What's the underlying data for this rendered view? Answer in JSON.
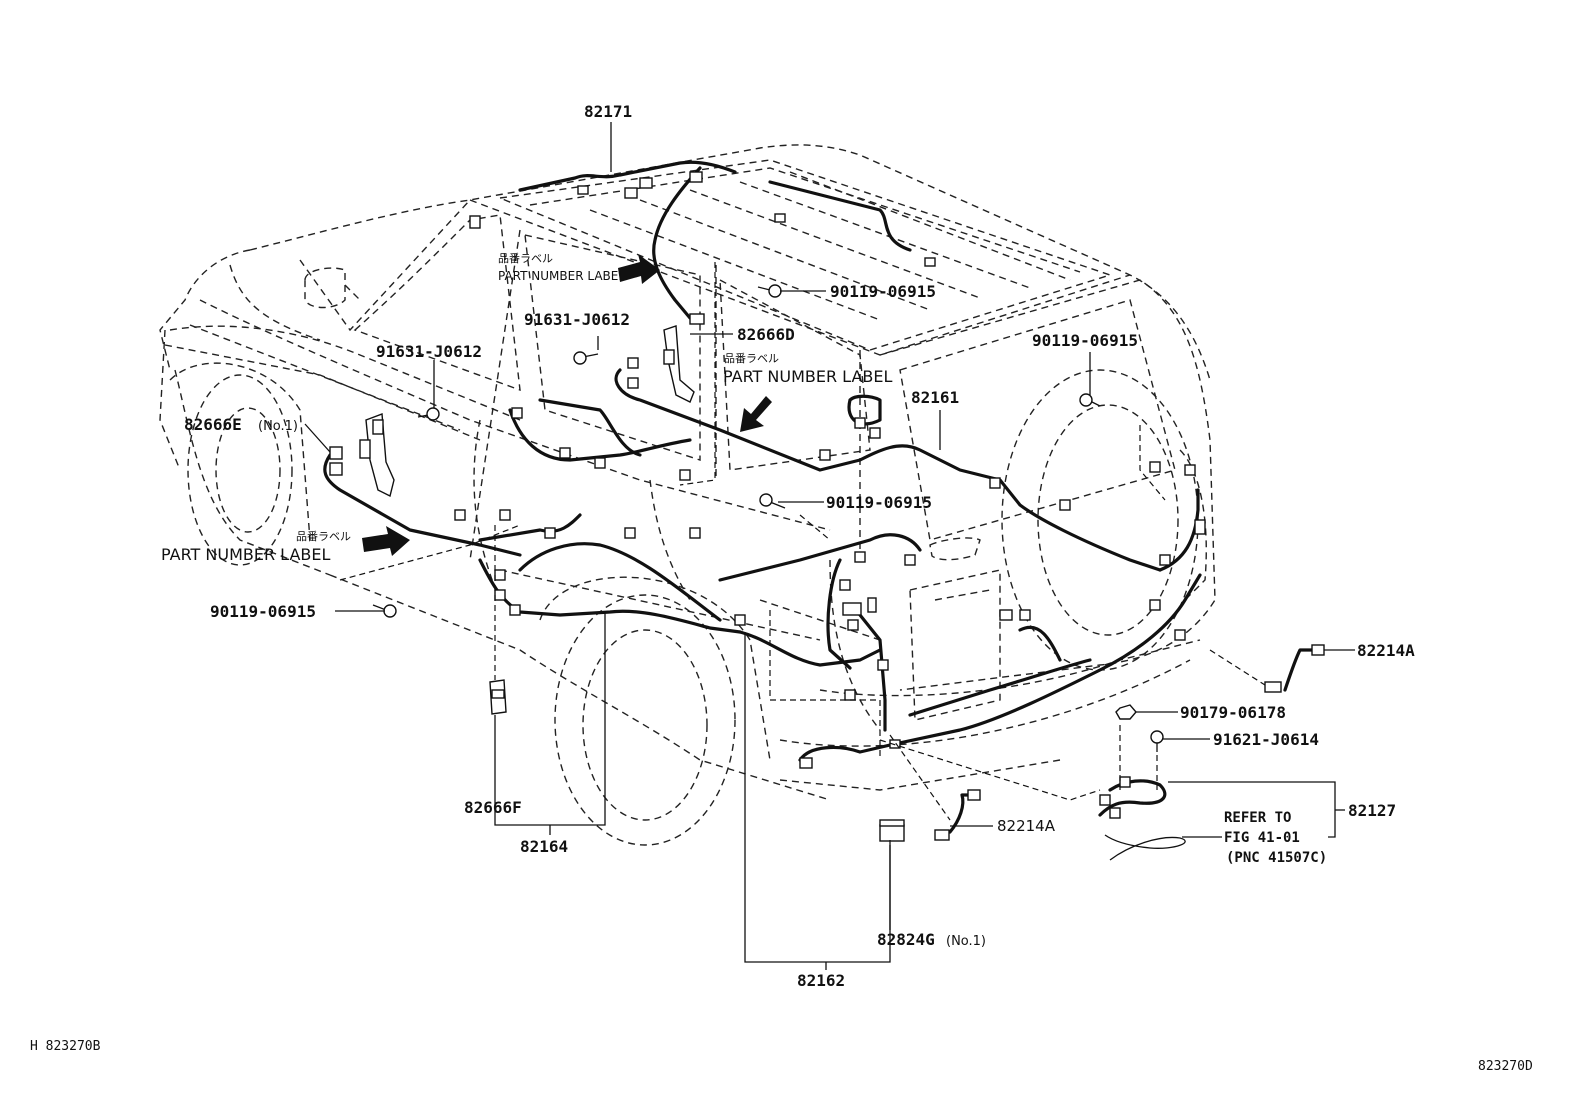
{
  "parts": {
    "p82171": "82171",
    "p90119_roof": "90119-06915",
    "p91631_center": "91631-J0612",
    "p82666D": "82666D",
    "p90119_right": "90119-06915",
    "p91631_left": "91631-J0612",
    "p82161": "82161",
    "p82666E": "82666E",
    "p82666E_suffix": "(No.1)",
    "p90119_mid": "90119-06915",
    "p90119_left": "90119-06915",
    "p82214A_right": "82214A",
    "p90179": "90179-06178",
    "p91621": "91621-J0614",
    "p82127": "82127",
    "p82214A_bottom": "82214A",
    "p82666F": "82666F",
    "p82164": "82164",
    "p82824G": "82824G",
    "p82824G_suffix": "(No.1)",
    "p82162": "82162"
  },
  "labels": {
    "jp_top": "品番ラベル",
    "en_top": "PART NUMBER LABEL",
    "jp_mid": "品番ラベル",
    "en_mid": "PART NUMBER LABEL",
    "jp_left": "品番ラベル",
    "en_left": "PART NUMBER LABEL"
  },
  "reference": {
    "line1": "REFER TO",
    "line2": "FIG 41-01",
    "line3": "(PNC 41507C)"
  },
  "footer": {
    "left_code": "H  823270B",
    "right_code": "823270D"
  }
}
